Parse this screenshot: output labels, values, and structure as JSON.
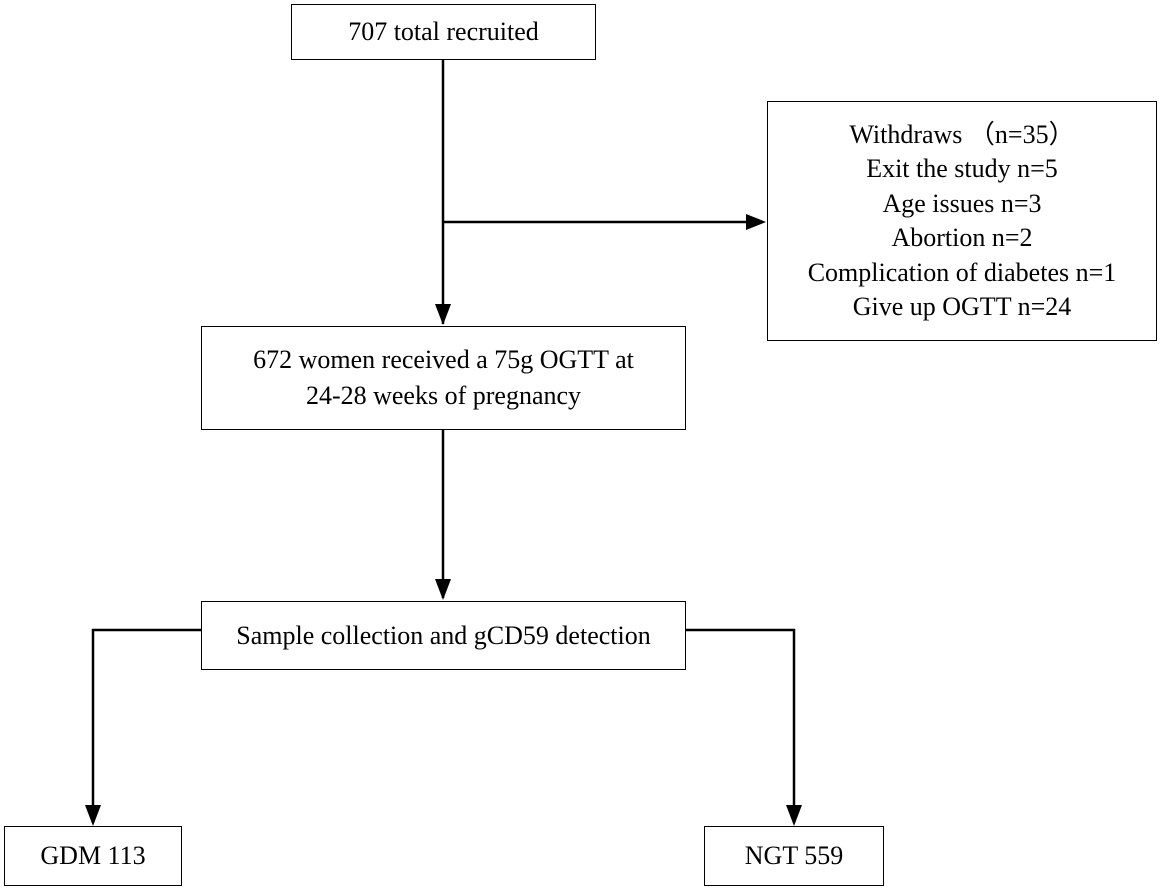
{
  "flowchart": {
    "recruited": {
      "label": "707 total recruited"
    },
    "withdraws": {
      "title": "Withdraws （n=35）",
      "reasons": [
        "Exit the study n=5",
        "Age issues n=3",
        "Abortion n=2",
        "Complication of diabetes n=1",
        "Give up OGTT n=24"
      ]
    },
    "ogtt": {
      "lines": [
        "672 women received a 75g OGTT at",
        "24-28 weeks of pregnancy"
      ]
    },
    "sample": {
      "label": "Sample collection and gCD59 detection"
    },
    "outcomes": {
      "gdm": {
        "label": "GDM 113"
      },
      "ngt": {
        "label": "NGT 559"
      }
    }
  },
  "colors": {
    "stroke": "#000000",
    "background": "#ffffff"
  }
}
